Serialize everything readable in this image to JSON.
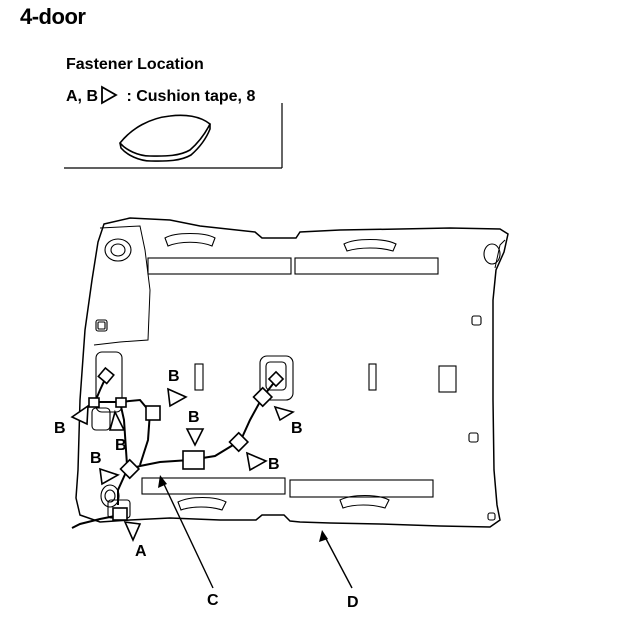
{
  "title": "4-door",
  "legend": {
    "heading": "Fastener Location",
    "prefix": "A, B",
    "suffix": " : Cushion tape, 8"
  },
  "labels": {
    "a": "A",
    "b": "B",
    "c": "C",
    "d": "D"
  }
}
